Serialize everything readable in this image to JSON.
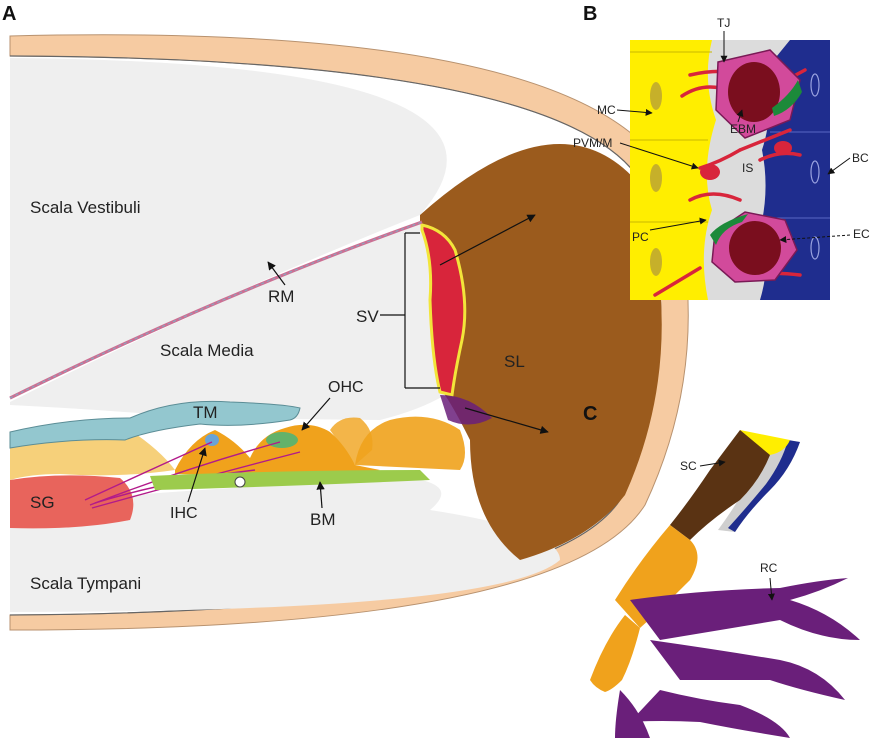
{
  "panels": {
    "a": {
      "letter": "A",
      "labels": {
        "sv_region": "Scala Vestibuli",
        "sm_region": "Scala Media",
        "st_region": "Scala Tympani",
        "rm": "RM",
        "sv": "SV",
        "sl": "SL",
        "tm": "TM",
        "ohc": "OHC",
        "ihc": "IHC",
        "bm": "BM",
        "sg": "SG"
      }
    },
    "b": {
      "letter": "B",
      "labels": {
        "tj": "TJ",
        "mc": "MC",
        "ebm": "EBM",
        "pvm": "PVM/M",
        "is": "IS",
        "bc": "BC",
        "pc": "PC",
        "ec": "EC"
      }
    },
    "c": {
      "letter": "C",
      "labels": {
        "sc": "SC",
        "rc": "RC"
      }
    }
  },
  "colors": {
    "bone": "#f6cba2",
    "fluid": "#efefef",
    "spiral_ligament": "#9b5b1d",
    "stria_red": "#d8253b",
    "stria_yellow": "#f2e53a",
    "tectorial": "#93c7cf",
    "basilar": "#9ccb4c",
    "organ_orange": "#f0a21c",
    "ganglion": "#e8645c",
    "marginal_yellow": "#ffee00",
    "basal_blue": "#1f2d8e",
    "vessel": "#7a0e1e",
    "pericyte_pink": "#d24a9b",
    "root_purple": "#6a1f7a"
  }
}
